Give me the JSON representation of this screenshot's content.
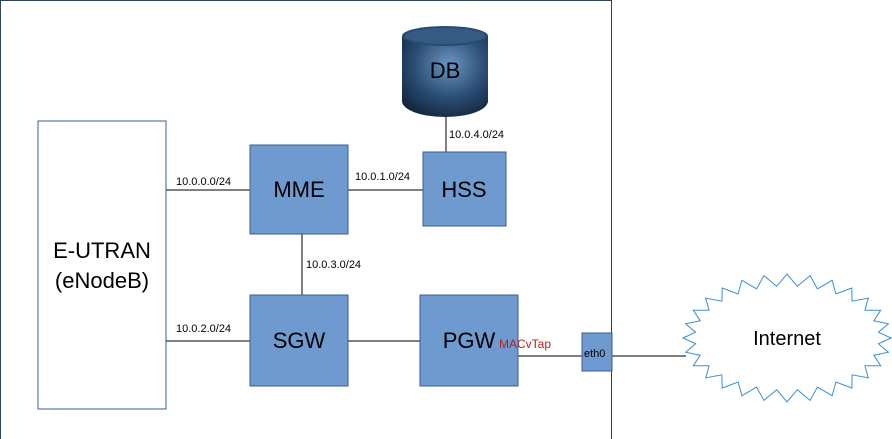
{
  "nodes": {
    "eutran": {
      "line1": "E-UTRAN",
      "line2": "(eNodeB)"
    },
    "mme": "MME",
    "hss": "HSS",
    "sgw": "SGW",
    "pgw": "PGW",
    "db": "DB",
    "eth0": "eth0",
    "macvtap": "MACvTap",
    "internet": "Internet"
  },
  "links": {
    "eutran_mme": "10.0.0.0/24",
    "mme_hss": "10.0.1.0/24",
    "hss_db": "10.0.4.0/24",
    "mme_sgw": "10.0.3.0/24",
    "eutran_sgw": "10.0.2.0/24"
  },
  "colors": {
    "node_fill": "#6f9ad0",
    "node_stroke": "#3a5f8f",
    "macvtap_text": "#b22222",
    "db_dark": "#12263f",
    "db_light": "#5b86b0"
  }
}
